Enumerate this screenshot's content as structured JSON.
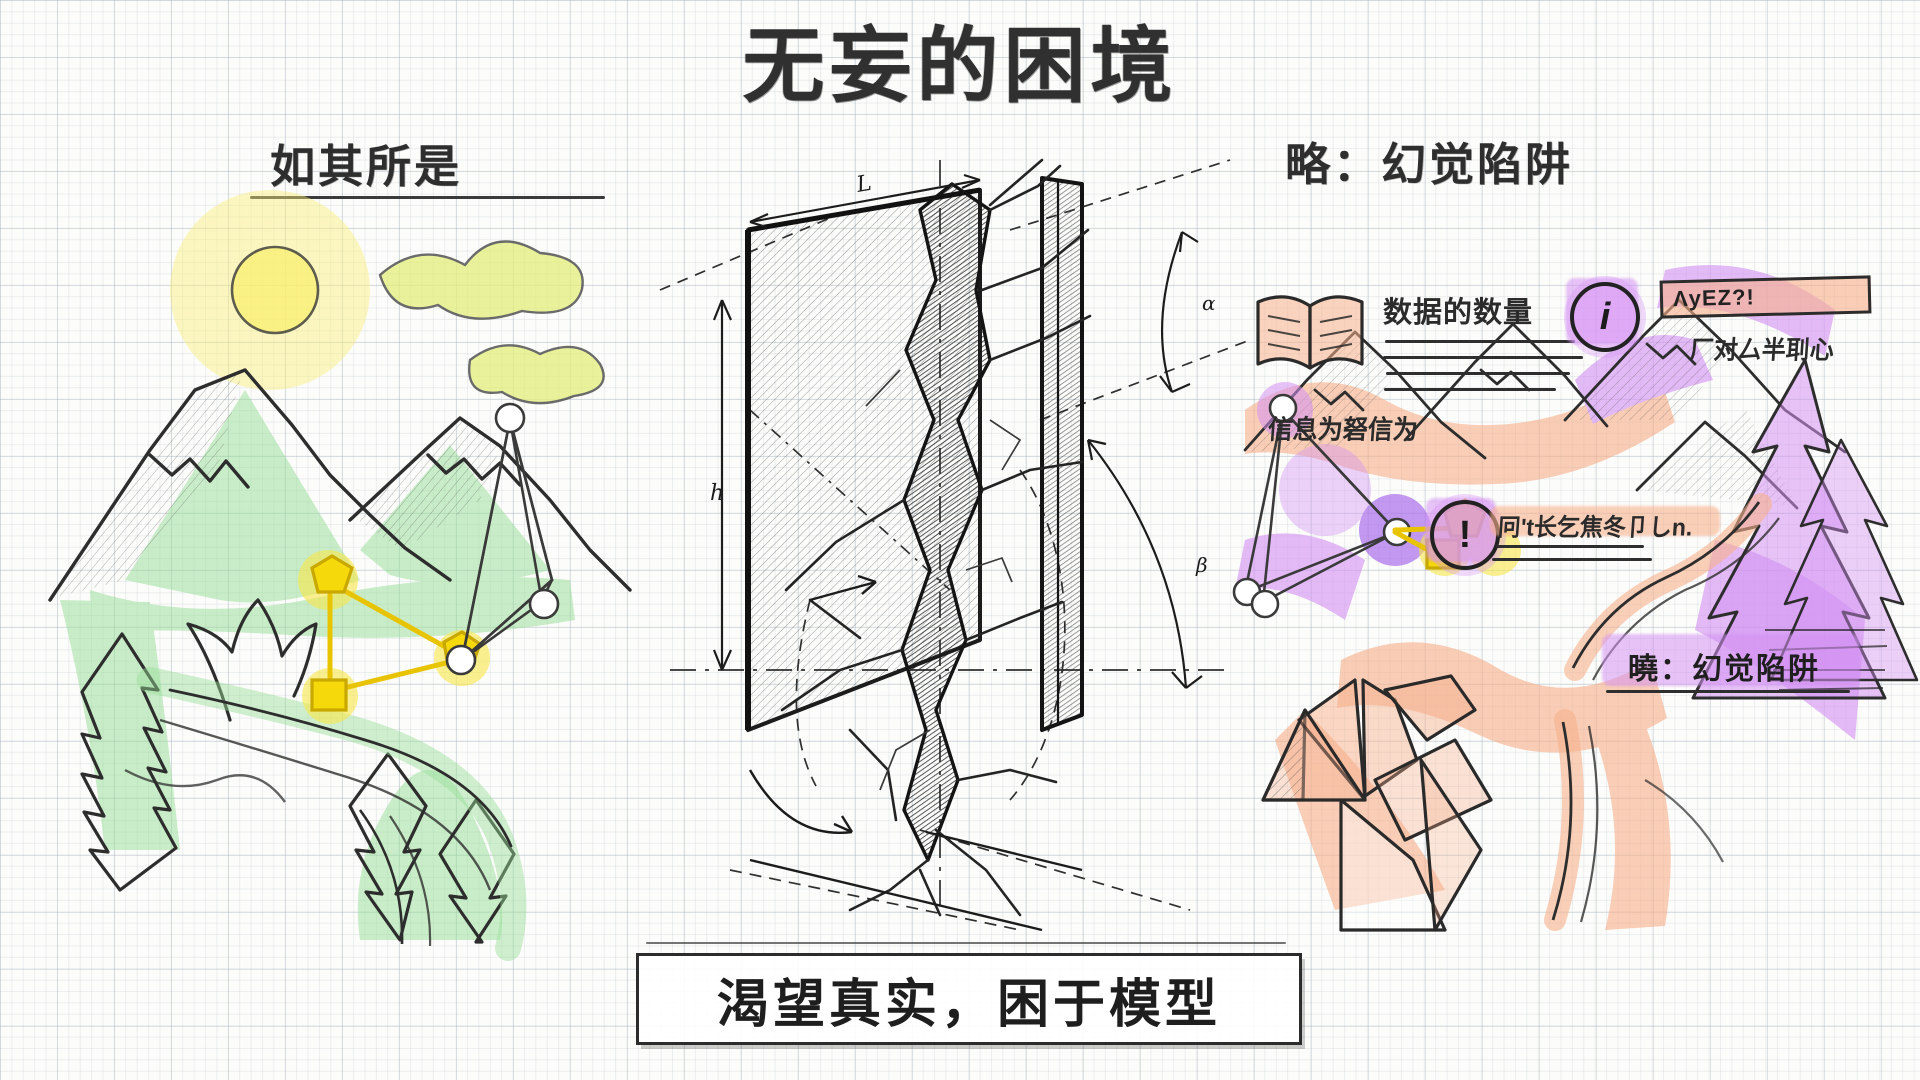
{
  "page": {
    "title": "无妄的困境",
    "caption": "渴望真实，困于模型",
    "paper": "grid-graph-paper"
  },
  "sections": {
    "left": {
      "heading": "如其所是",
      "theme": "reality-as-it-is"
    },
    "center": {
      "heading": "",
      "theme": "cracked-slab-technical-drawing"
    },
    "right": {
      "heading": "略：幻觉陷阱",
      "theme": "illusion-trap"
    }
  },
  "center_drawing": {
    "dim_width_label": "L",
    "dim_height_label": "h",
    "angle_label_top": "α",
    "angle_label_bottom": "β"
  },
  "right_annotations": {
    "book_label": "数据的数量",
    "note_under_book": "信息为砮信为",
    "info_badge": "i",
    "warn_badge": "!",
    "banner_text": "ΛyEZ?!",
    "banner_sub": "厂对厶半刵心",
    "scribble_line": "冋't长乞焦冬卩しn.",
    "purple_tag": "曉：幻觉陷阱"
  },
  "palette": {
    "ink": "#2b2b2b",
    "grid": "#a9b8c2",
    "green": "#96de96",
    "yellow": "#f5d90a",
    "purple": "#d392f2",
    "orange": "#f7b08c",
    "paper": "#fcfcfa"
  }
}
